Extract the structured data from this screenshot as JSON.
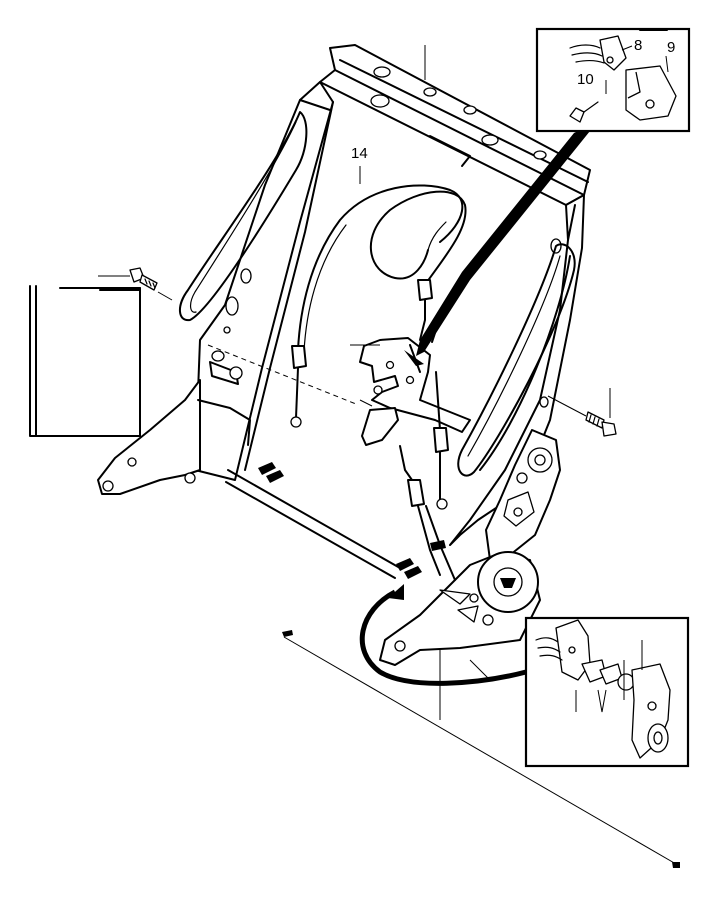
{
  "diagram": {
    "callouts": {
      "c8": "8",
      "c9": "9",
      "c10": "10",
      "c14": "14"
    }
  }
}
